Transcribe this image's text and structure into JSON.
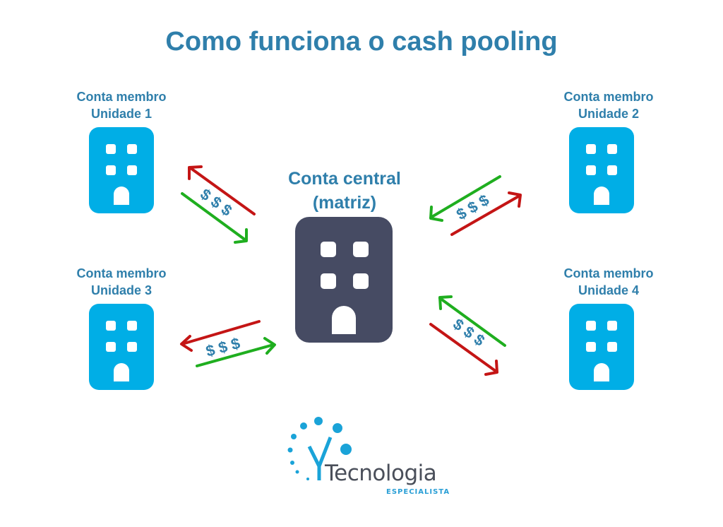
{
  "title": "Como funciona o cash pooling",
  "central": {
    "label_line1": "Conta central",
    "label_line2": "(matriz)",
    "color": "#464b63"
  },
  "members": [
    {
      "label_line1": "Conta membro",
      "label_line2": "Unidade 1"
    },
    {
      "label_line1": "Conta membro",
      "label_line2": "Unidade 2"
    },
    {
      "label_line1": "Conta membro",
      "label_line2": "Unidade 3"
    },
    {
      "label_line1": "Conta membro",
      "label_line2": "Unidade 4"
    }
  ],
  "member_color": "#00aee6",
  "flow_symbol": "$ $ $",
  "arrow_colors": {
    "green": "#1fae1f",
    "red": "#c41515"
  },
  "logo": {
    "name": "Tecnologia",
    "subtitle": "ESPECIALISTA",
    "icon": "y-dots-logo-icon"
  }
}
